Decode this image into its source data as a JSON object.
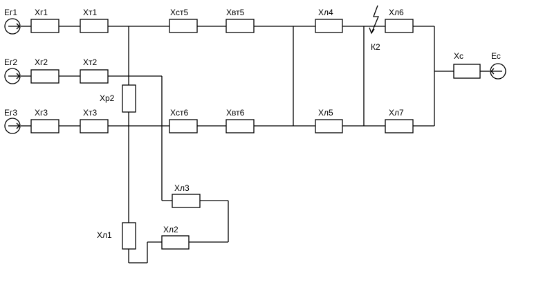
{
  "labels": {
    "eg1": "Ег1",
    "xg1": "Хг1",
    "xt1": "Хт1",
    "eg2": "Ег2",
    "xg2": "Хг2",
    "xt2": "Хт2",
    "eg3": "Ег3",
    "xg3": "Хг3",
    "xt3": "Хт3",
    "xr2": "Хр2",
    "xst5": "Хст5",
    "xvt5": "Хвт5",
    "xst6": "Хст6",
    "xvt6": "Хвт6",
    "xl1": "Хл1",
    "xl2": "Хл2",
    "xl3": "Хл3",
    "xl4": "Хл4",
    "xl5": "Хл5",
    "xl6": "Хл6",
    "xl7": "Хл7",
    "k2": "К2",
    "xc": "Хс",
    "ec": "Ес"
  },
  "colors": {
    "line": "#000000",
    "background": "#ffffff"
  },
  "icons": {
    "fault": "lightning-bolt-icon",
    "source": "generator-source-icon"
  }
}
